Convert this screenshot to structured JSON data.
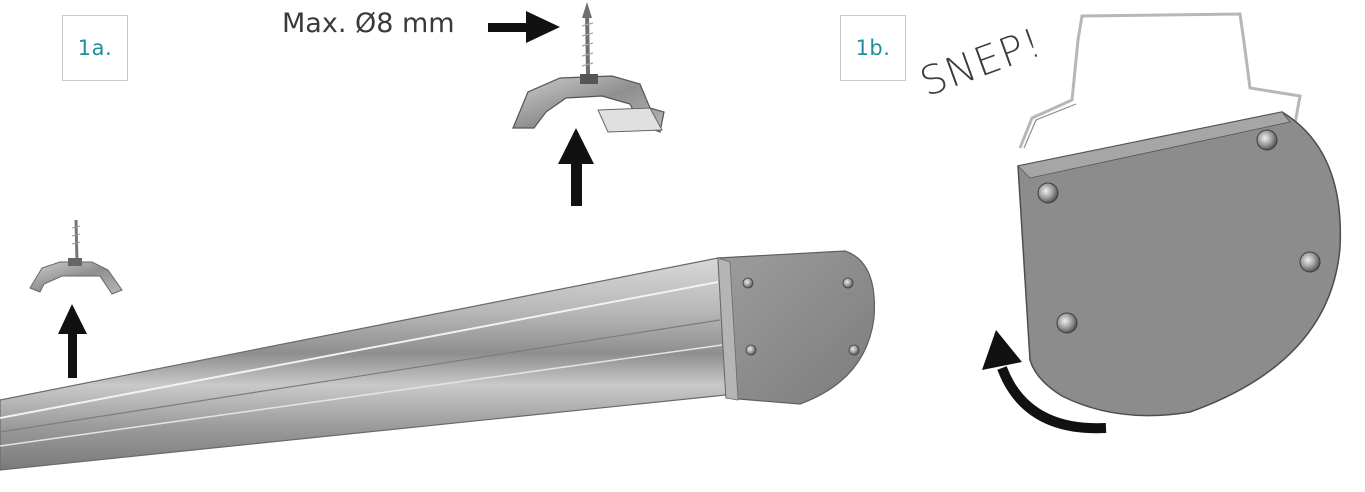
{
  "steps": {
    "step_a": {
      "label": "1a.",
      "max_note": "Max. Ø8 mm"
    },
    "step_b": {
      "label": "1b.",
      "snap_word": "SNEP!"
    }
  },
  "colors": {
    "step_label": "#1f8fa0",
    "box_border": "#c8c8c8",
    "arrow": "#111111",
    "profile_metal": "#a9a9a9",
    "end_cap": "#8a8a8a",
    "text": "#3a3a3a"
  },
  "icons": [
    "screw-icon",
    "mounting-clip-icon",
    "arrow-up-icon",
    "arrow-right-icon",
    "curved-arrow-icon",
    "screw-head-icon"
  ]
}
